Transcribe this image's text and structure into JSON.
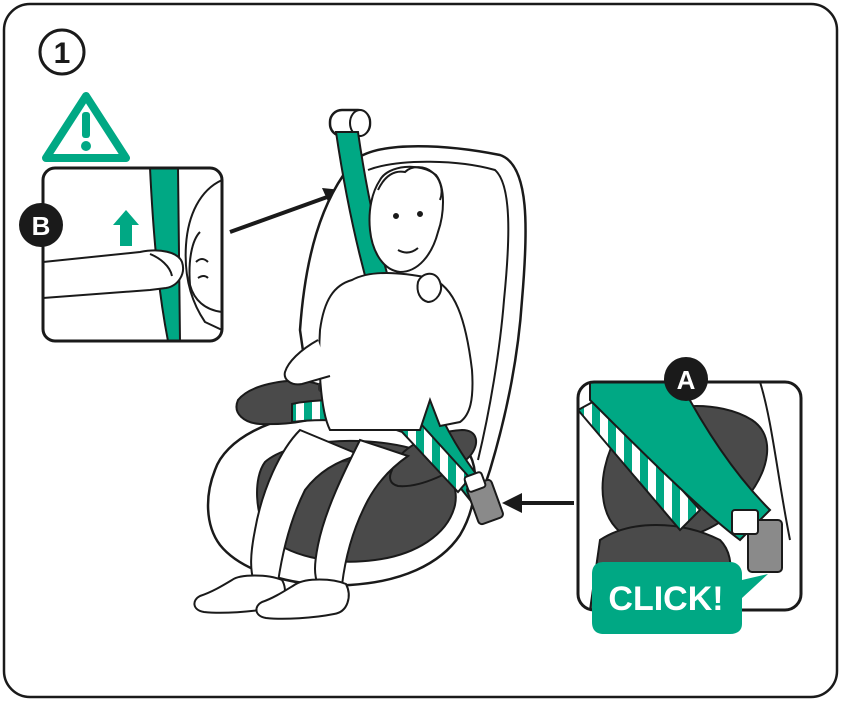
{
  "step": {
    "number": "1"
  },
  "callouts": {
    "b": {
      "label": "B"
    },
    "a": {
      "label": "A"
    }
  },
  "click_badge": {
    "text": "CLICK!"
  },
  "icons": [
    "warning-icon",
    "up-arrow-icon",
    "pointer-arrow-icon"
  ],
  "colors": {
    "belt_green": "#00a884",
    "seat_dark": "#4a4a4a",
    "line": "#1a1a1a",
    "badge_dark": "#1a1a1a",
    "background": "#ffffff"
  }
}
